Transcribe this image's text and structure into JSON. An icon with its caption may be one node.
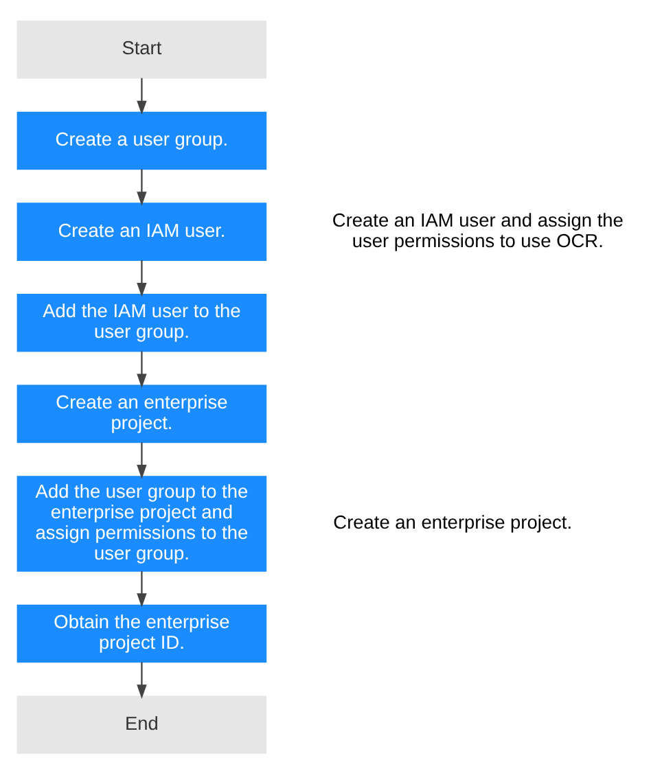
{
  "diagram": {
    "nodes": [
      {
        "text": [
          "Start"
        ]
      },
      {
        "text": [
          "Create a user group."
        ]
      },
      {
        "text": [
          "Create an IAM user."
        ]
      },
      {
        "text": [
          "Add the IAM user to the user group."
        ]
      },
      {
        "text": [
          "Create an enterprise project."
        ]
      },
      {
        "text": [
          "Add the user group to the enterprise project and assign permissions to the user group."
        ]
      },
      {
        "text": [
          "Obtain the enterprise project ID."
        ]
      },
      {
        "text": [
          "End"
        ]
      }
    ],
    "edges": [
      {
        "from": 0,
        "to": 1,
        "arrow": "to"
      },
      {
        "from": 1,
        "to": 2,
        "arrow": "to"
      },
      {
        "from": 2,
        "to": 3,
        "arrow": "to"
      },
      {
        "from": 3,
        "to": 4,
        "arrow": "to"
      },
      {
        "from": 4,
        "to": 5,
        "arrow": "to"
      },
      {
        "from": 5,
        "to": 6,
        "arrow": "to"
      },
      {
        "from": 6,
        "to": 7,
        "arrow": "to"
      }
    ],
    "labels": [
      "Create an IAM user and assign the user permissions to use OCR.",
      "Create an enterprise project."
    ]
  }
}
